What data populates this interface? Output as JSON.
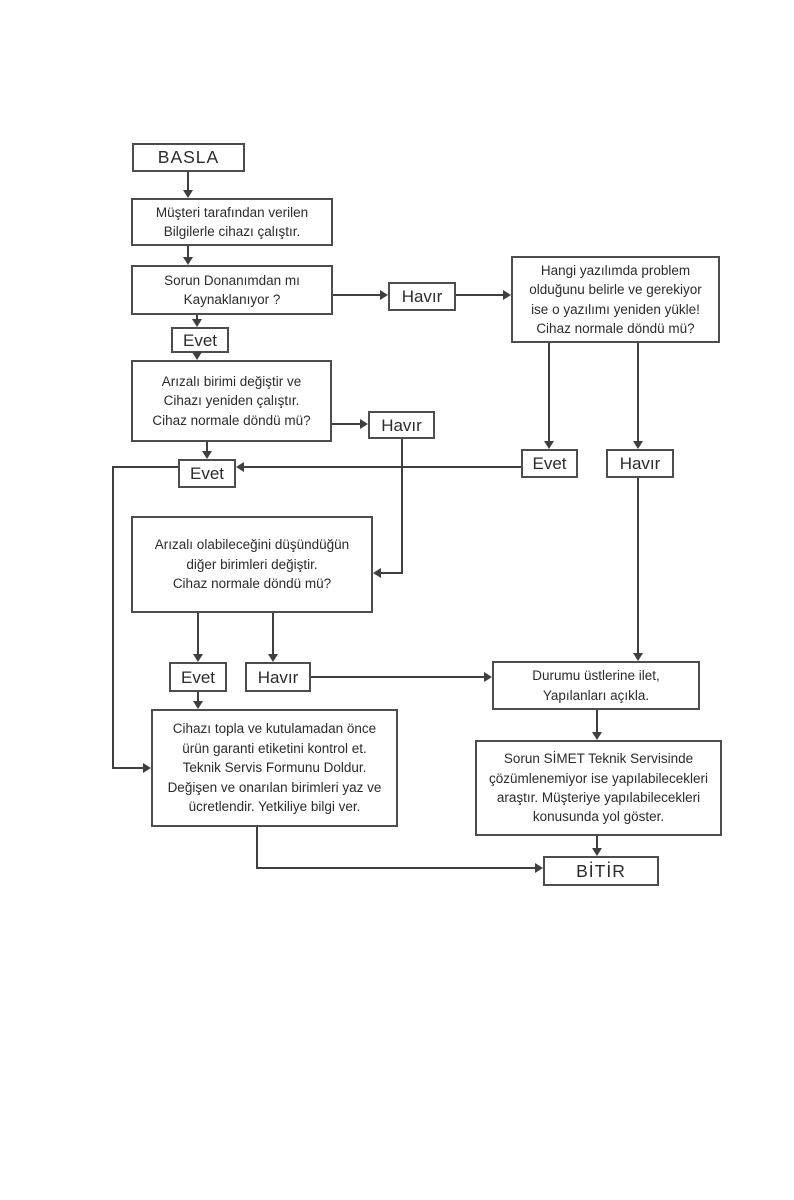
{
  "diagram": {
    "type": "flowchart",
    "language": "Turkish",
    "line_color": "#3f3f3f",
    "box_border_color": "#4d4d4d",
    "background_color": "#ffffff",
    "nodes": {
      "basla": "BASLA",
      "musteri": "Müşteri tarafından verilen\nBilgilerle cihazı çalıştır.",
      "sorun_donanim": "Sorun Donanımdan mı\nKaynaklanıyor ?",
      "evet_donanim": "Evet",
      "arizali_birimi": "Arızalı birimi değiştir ve\nCihazı yeniden çalıştır.\nCihaz normale döndü mü?",
      "havir_birim": "Havır",
      "evet_normal": "Evet",
      "arizali_diger": "Arızalı olabileceğini düşündüğün\ndiğer birimleri değiştir.\nCihaz normale döndü mü?",
      "evet_diger": "Evet",
      "havir_diger": "Havır",
      "cihazi_topla": "Cihazı topla ve kutulamadan önce\nürün garanti etiketini kontrol et.\nTeknik Servis Formunu Doldur.\nDeğişen ve onarılan birimleri yaz ve\nücretlendir. Yetkiliye bilgi ver.",
      "havir_donanim": "Havır",
      "hangi_yazilim": "Hangi yazılımda problem\nolduğunu belirle ve gerekiyor\nise o yazılımı yeniden yükle!\nCihaz normale döndü mü?",
      "evet_yazilim": "Evet",
      "havir_yazilim": "Havır",
      "durumu_ustlerine": "Durumu üstlerine ilet,\nYapılanları açıkla.",
      "sorun_simet": "Sorun SİMET Teknik Servisinde\nçözümlenemiyor ise yapılabilecekleri\naraştır. Müşteriye yapılabilecekleri\nkonusunda yol göster.",
      "bitir": "BİTİR"
    }
  }
}
